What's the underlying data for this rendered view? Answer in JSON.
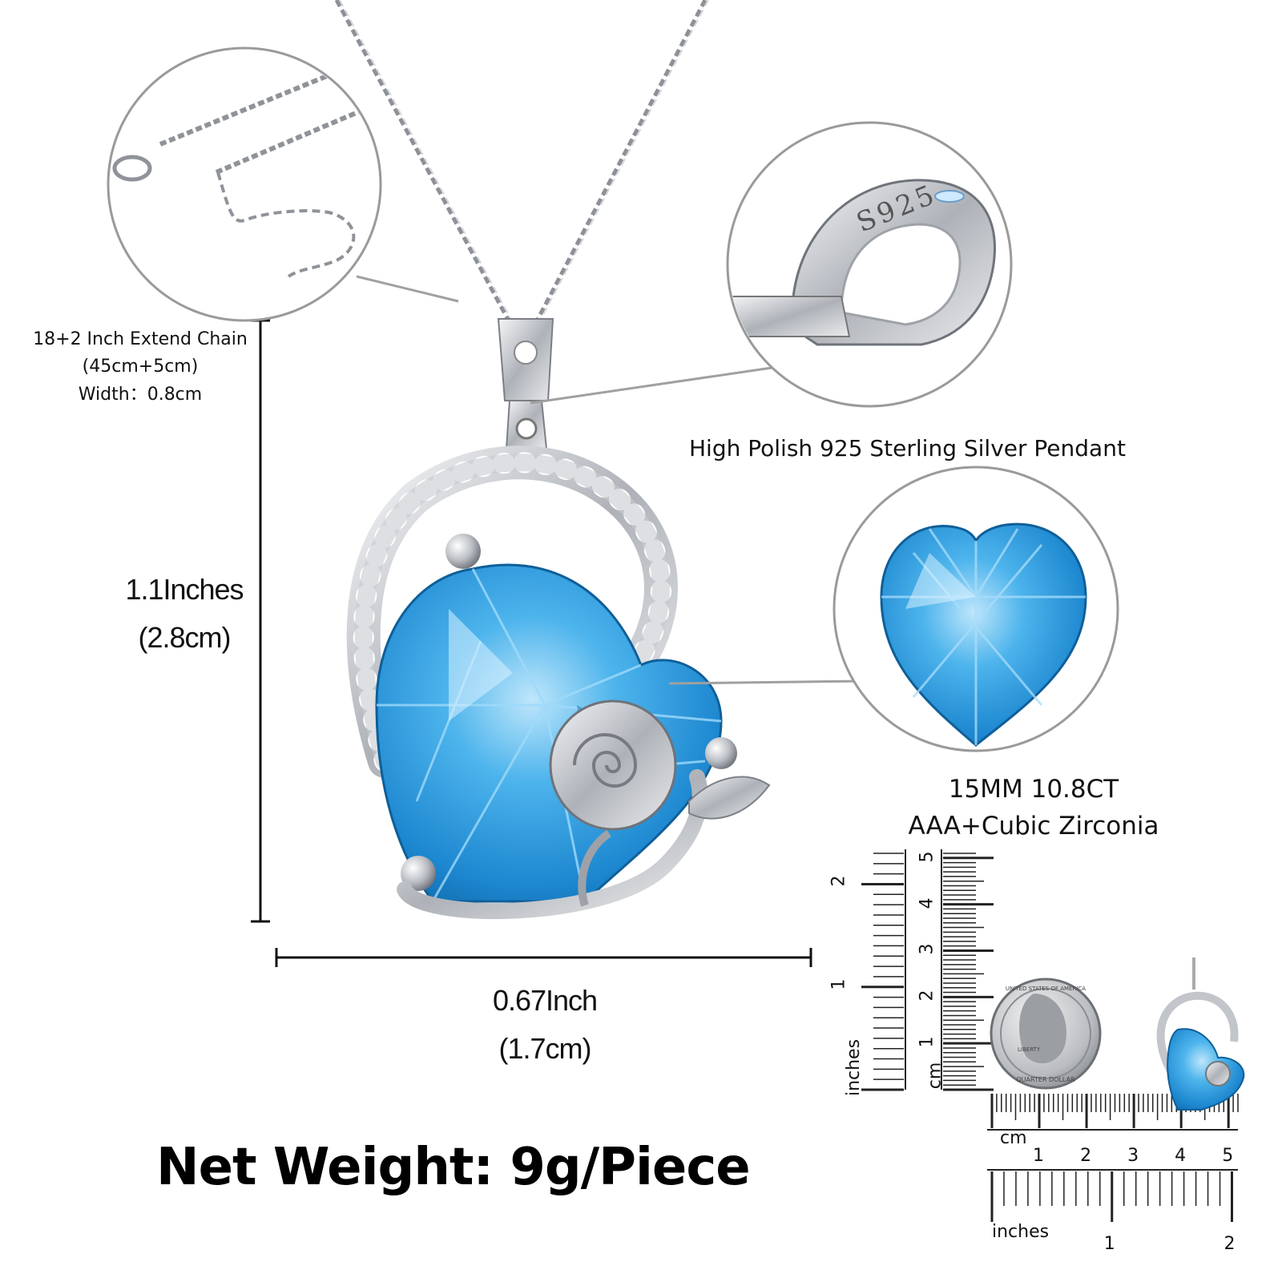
{
  "chain_label": {
    "line1": "18+2 Inch Extend Chain",
    "line2": "(45cm+5cm)",
    "line3": "Width：0.8cm"
  },
  "height_label": {
    "inches": "1.1Inches",
    "cm": "(2.8cm)"
  },
  "width_label": {
    "inches": "0.67Inch",
    "cm": "(1.7cm)"
  },
  "pendant_callout": "High Polish 925 Sterling Silver Pendant",
  "bail_stamp": "S925",
  "stone_spec": {
    "line1": "15MM 10.8CT",
    "line2": "AAA+Cubic Zirconia"
  },
  "net_weight": "Net Weight: 9g/Piece",
  "ruler": {
    "vertical_inches_ticks": [
      "1",
      "2"
    ],
    "vertical_cm_ticks": [
      "1",
      "2",
      "3",
      "4",
      "5"
    ],
    "vertical_inches_unit": "inches",
    "vertical_cm_unit": "cm",
    "horizontal_cm_ticks": [
      "1",
      "2",
      "3",
      "4",
      "5"
    ],
    "horizontal_inches_ticks": [
      "1",
      "2"
    ],
    "horizontal_cm_unit": "cm",
    "horizontal_inches_unit": "inches"
  },
  "coin_text": {
    "top": "UNITED STATES OF AMERICA",
    "bottom": "QUARTER DOLLAR",
    "liberty": "LIBERTY"
  },
  "colors": {
    "gem": "#2f9fe0",
    "gem_light": "#7cc8f2",
    "silver": "#c9ccd1",
    "silver_dark": "#8a8e94",
    "line": "#9a9a9a"
  }
}
